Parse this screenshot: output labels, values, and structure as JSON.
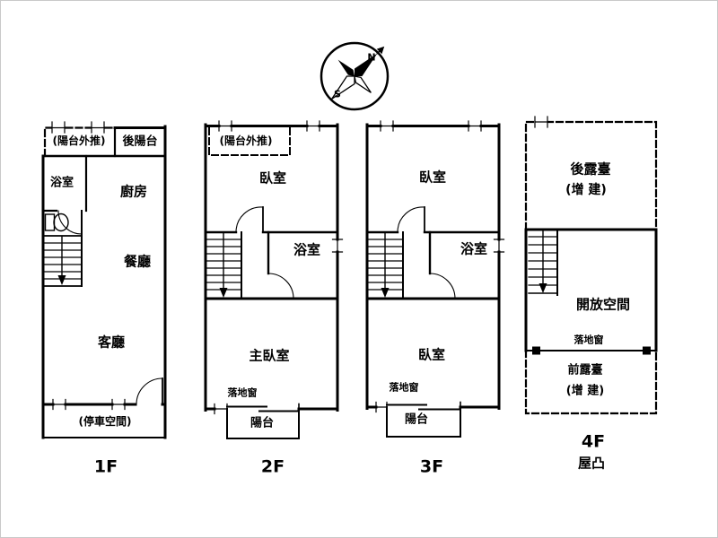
{
  "compass": {
    "n": "N",
    "s": "S"
  },
  "f1": {
    "label": "1F",
    "balcony_push": "(陽台外推)",
    "rear_balcony": "後陽台",
    "bathroom": "浴室",
    "kitchen": "廚房",
    "dining": "餐廳",
    "living": "客廳",
    "parking": "(停車空間)"
  },
  "f2": {
    "label": "2F",
    "balcony_push": "(陽台外推)",
    "bedroom": "臥室",
    "bathroom": "浴室",
    "master_bedroom": "主臥室",
    "french_window": "落地窗",
    "balcony": "陽台"
  },
  "f3": {
    "label": "3F",
    "bedroom_top": "臥室",
    "bathroom": "浴室",
    "bedroom_bottom": "臥室",
    "french_window": "落地窗",
    "balcony": "陽台"
  },
  "f4": {
    "label": "4F",
    "sublabel": "屋凸",
    "rear_terrace": "後露臺",
    "rear_terrace_note": "(增 建)",
    "open_space": "開放空間",
    "french_window": "落地窗",
    "front_terrace": "前露臺",
    "front_terrace_note": "(增 建)"
  }
}
